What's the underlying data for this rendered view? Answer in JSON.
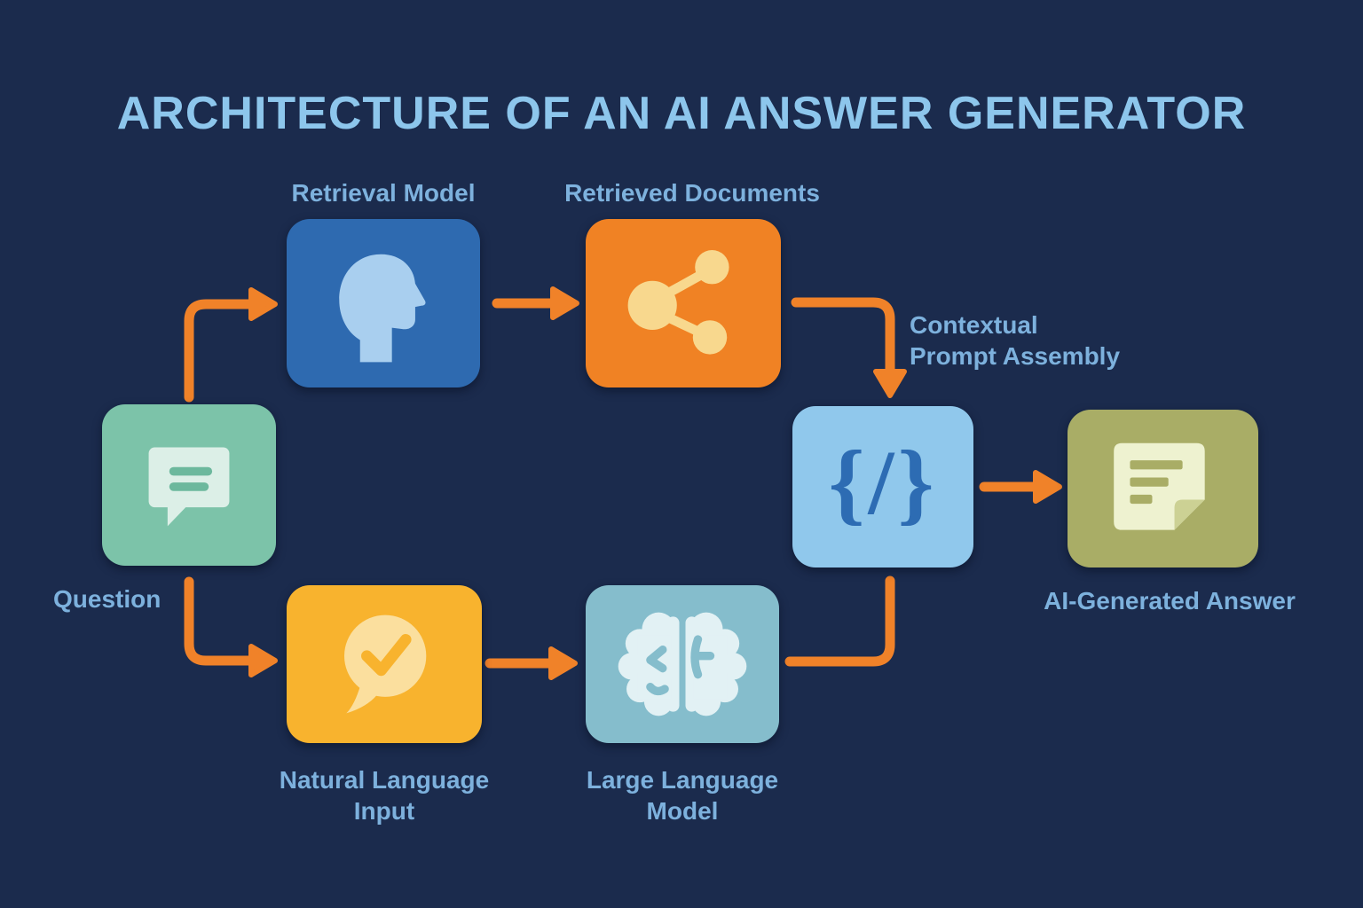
{
  "title": "ARCHITECTURE OF AN AI ANSWER GENERATOR",
  "nodes": {
    "question": {
      "label": "Question",
      "icon": "chat-bubble-icon"
    },
    "retrieval_model": {
      "label": "Retrieval Model",
      "icon": "head-profile-icon"
    },
    "retrieved_documents": {
      "label": "Retrieved Documents",
      "icon": "share-network-icon"
    },
    "contextual_prompt_assembly": {
      "lines": [
        "Contextual",
        "Prompt Assembly"
      ],
      "icon": "code-braces-icon",
      "icon_glyph": "{/}"
    },
    "natural_language_input": {
      "lines": [
        "Natural Language",
        "Input"
      ],
      "icon": "speech-check-icon"
    },
    "large_language_model": {
      "lines": [
        "Large Language",
        "Model"
      ],
      "icon": "brain-icon"
    },
    "ai_generated_answer": {
      "label": "AI-Generated Answer",
      "icon": "document-icon"
    }
  },
  "edges": [
    {
      "from": "question",
      "to": "retrieval_model"
    },
    {
      "from": "retrieval_model",
      "to": "retrieved_documents"
    },
    {
      "from": "retrieved_documents",
      "to": "contextual_prompt_assembly"
    },
    {
      "from": "question",
      "to": "natural_language_input"
    },
    {
      "from": "natural_language_input",
      "to": "large_language_model"
    },
    {
      "from": "large_language_model",
      "to": "contextual_prompt_assembly"
    },
    {
      "from": "contextual_prompt_assembly",
      "to": "ai_generated_answer"
    }
  ],
  "colors": {
    "bg": "#1b2b4d",
    "titleColor": "#8dc6ec",
    "labelColor": "#7db1dd",
    "arrow": "#f08229",
    "questionBox": "#7cc3a9",
    "questionIcon": "#dcefe7",
    "questionBars": "#6cb89d",
    "retrievalBox": "#2e6ab0",
    "retrievalIcon": "#a9cfef",
    "documentsBox": "#f08224",
    "documentsIcon": "#f8d88e",
    "promptBox": "#90c8ec",
    "promptGlyph": "#2d6cb3",
    "nliBox": "#f8b32e",
    "nliIcon": "#fbdf9e",
    "llmBox": "#85bdcc",
    "llmIcon": "#e2f1f4",
    "answerBox": "#a9ad66",
    "answerIcon": "#eef2d0",
    "answerFold": "#ccd194"
  }
}
